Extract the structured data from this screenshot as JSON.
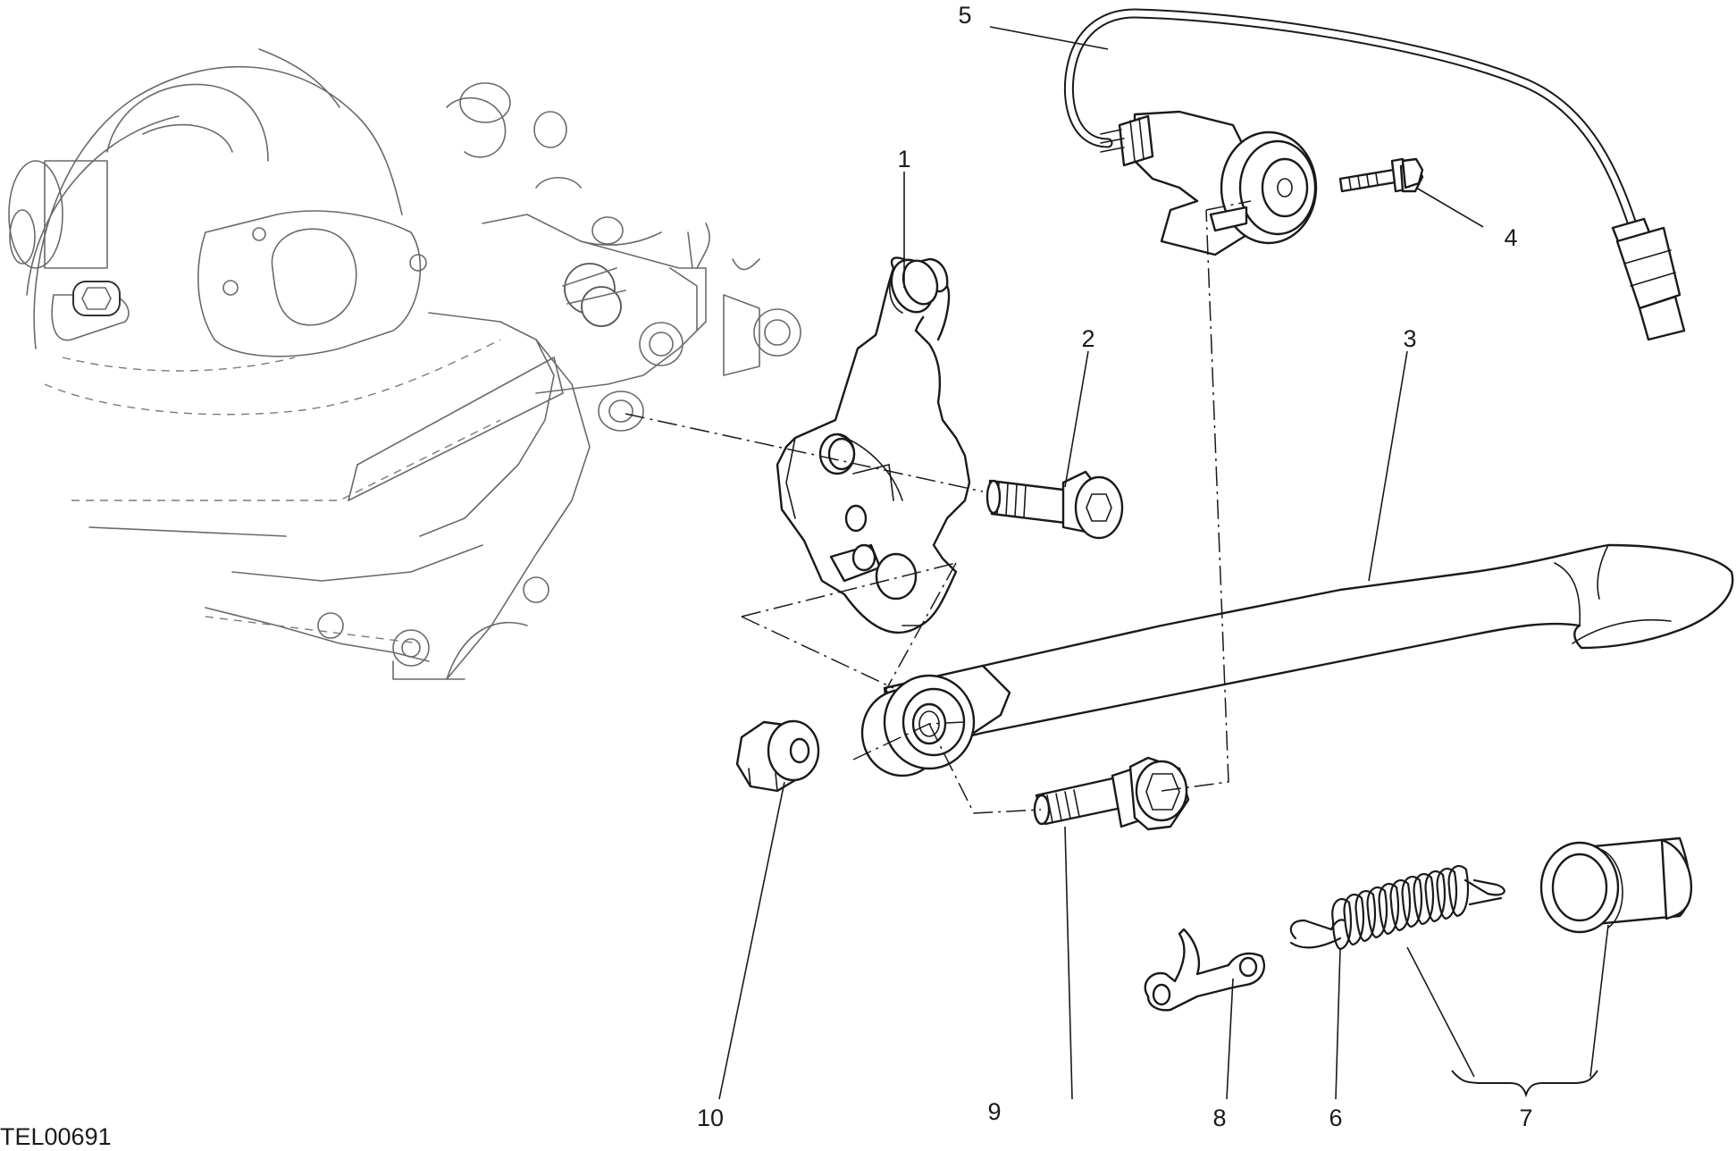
{
  "drawing": {
    "code": "TEL00691",
    "colors": {
      "line": "#1a1a1a",
      "engine": "#6a6a6a",
      "background": "#ffffff"
    }
  },
  "callouts": [
    {
      "id": "1",
      "label": "1"
    },
    {
      "id": "2",
      "label": "2"
    },
    {
      "id": "3",
      "label": "3"
    },
    {
      "id": "4",
      "label": "4"
    },
    {
      "id": "5",
      "label": "5"
    },
    {
      "id": "6",
      "label": "6"
    },
    {
      "id": "7",
      "label": "7"
    },
    {
      "id": "8",
      "label": "8"
    },
    {
      "id": "9",
      "label": "9"
    },
    {
      "id": "10",
      "label": "10"
    }
  ]
}
